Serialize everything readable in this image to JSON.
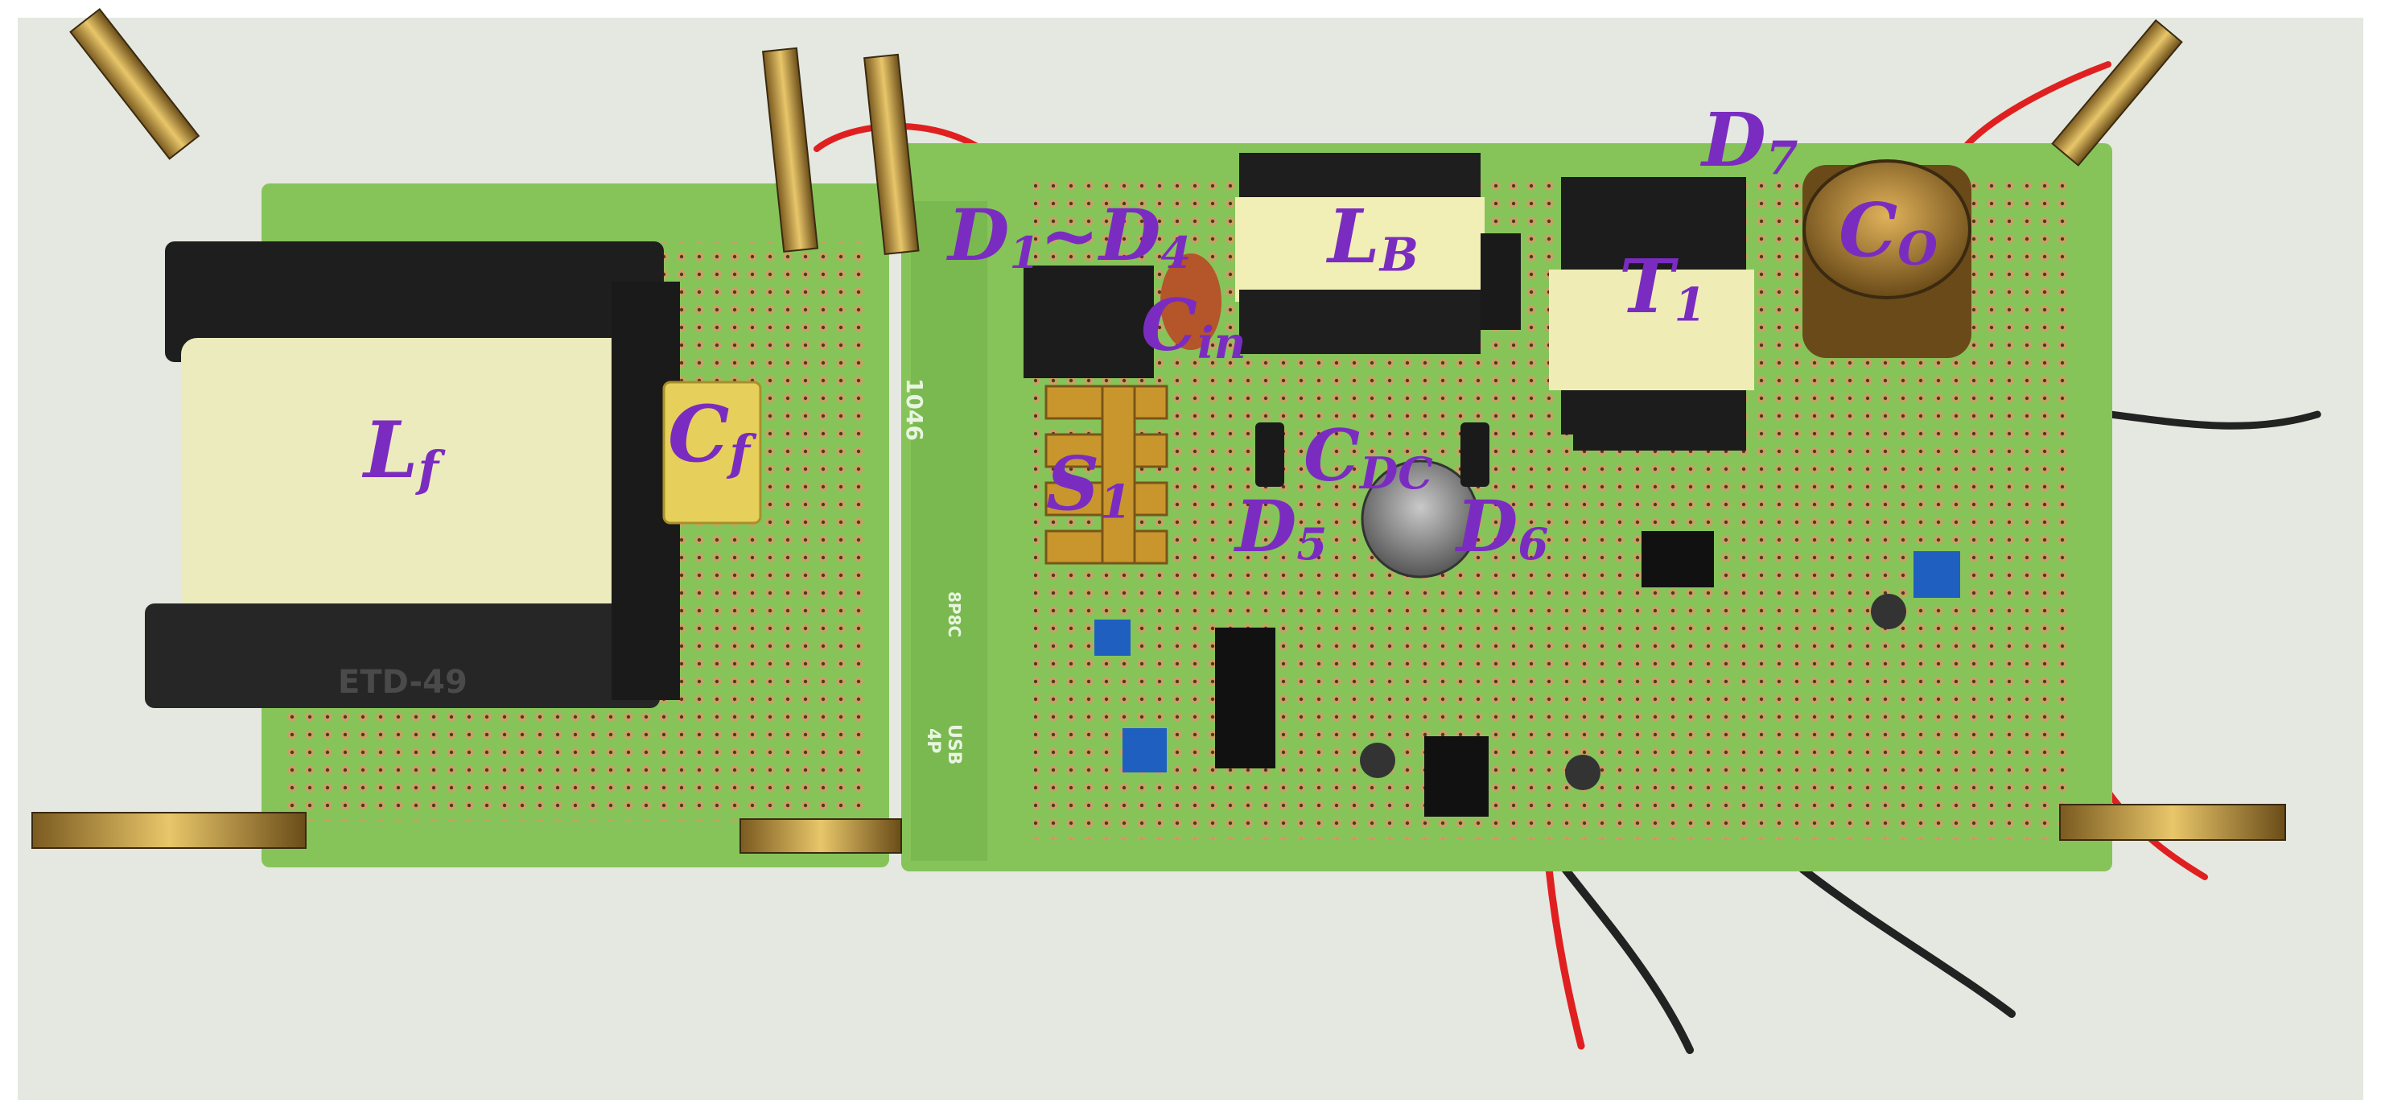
{
  "labels": {
    "lf": {
      "main": "L",
      "sub": "f"
    },
    "cf": {
      "main": "C",
      "sub": "f"
    },
    "d1d4": {
      "main": "D",
      "sub": "1",
      "mid": "~D",
      "sub2": "4"
    },
    "cin": {
      "main": "C",
      "sub": "in"
    },
    "lb": {
      "main": "L",
      "sub": "B"
    },
    "d7": {
      "main": "D",
      "sub": "7"
    },
    "t1": {
      "main": "T",
      "sub": "1"
    },
    "co": {
      "main": "C",
      "sub": "O"
    },
    "s1": {
      "main": "S",
      "sub": "1"
    },
    "cdc": {
      "main": "C",
      "sub": "DC"
    },
    "d5": {
      "main": "D",
      "sub": "5"
    },
    "d6": {
      "main": "D",
      "sub": "6"
    }
  },
  "silkscreen": {
    "core_marking": "ETD-49",
    "board_number": "1046",
    "conn_8p": "8P8C",
    "conn_usb": "USB",
    "conn_4p": "4P"
  },
  "colors": {
    "label": "#7b2cc0",
    "board": "#86c45a",
    "background": "#e4e8e0"
  }
}
